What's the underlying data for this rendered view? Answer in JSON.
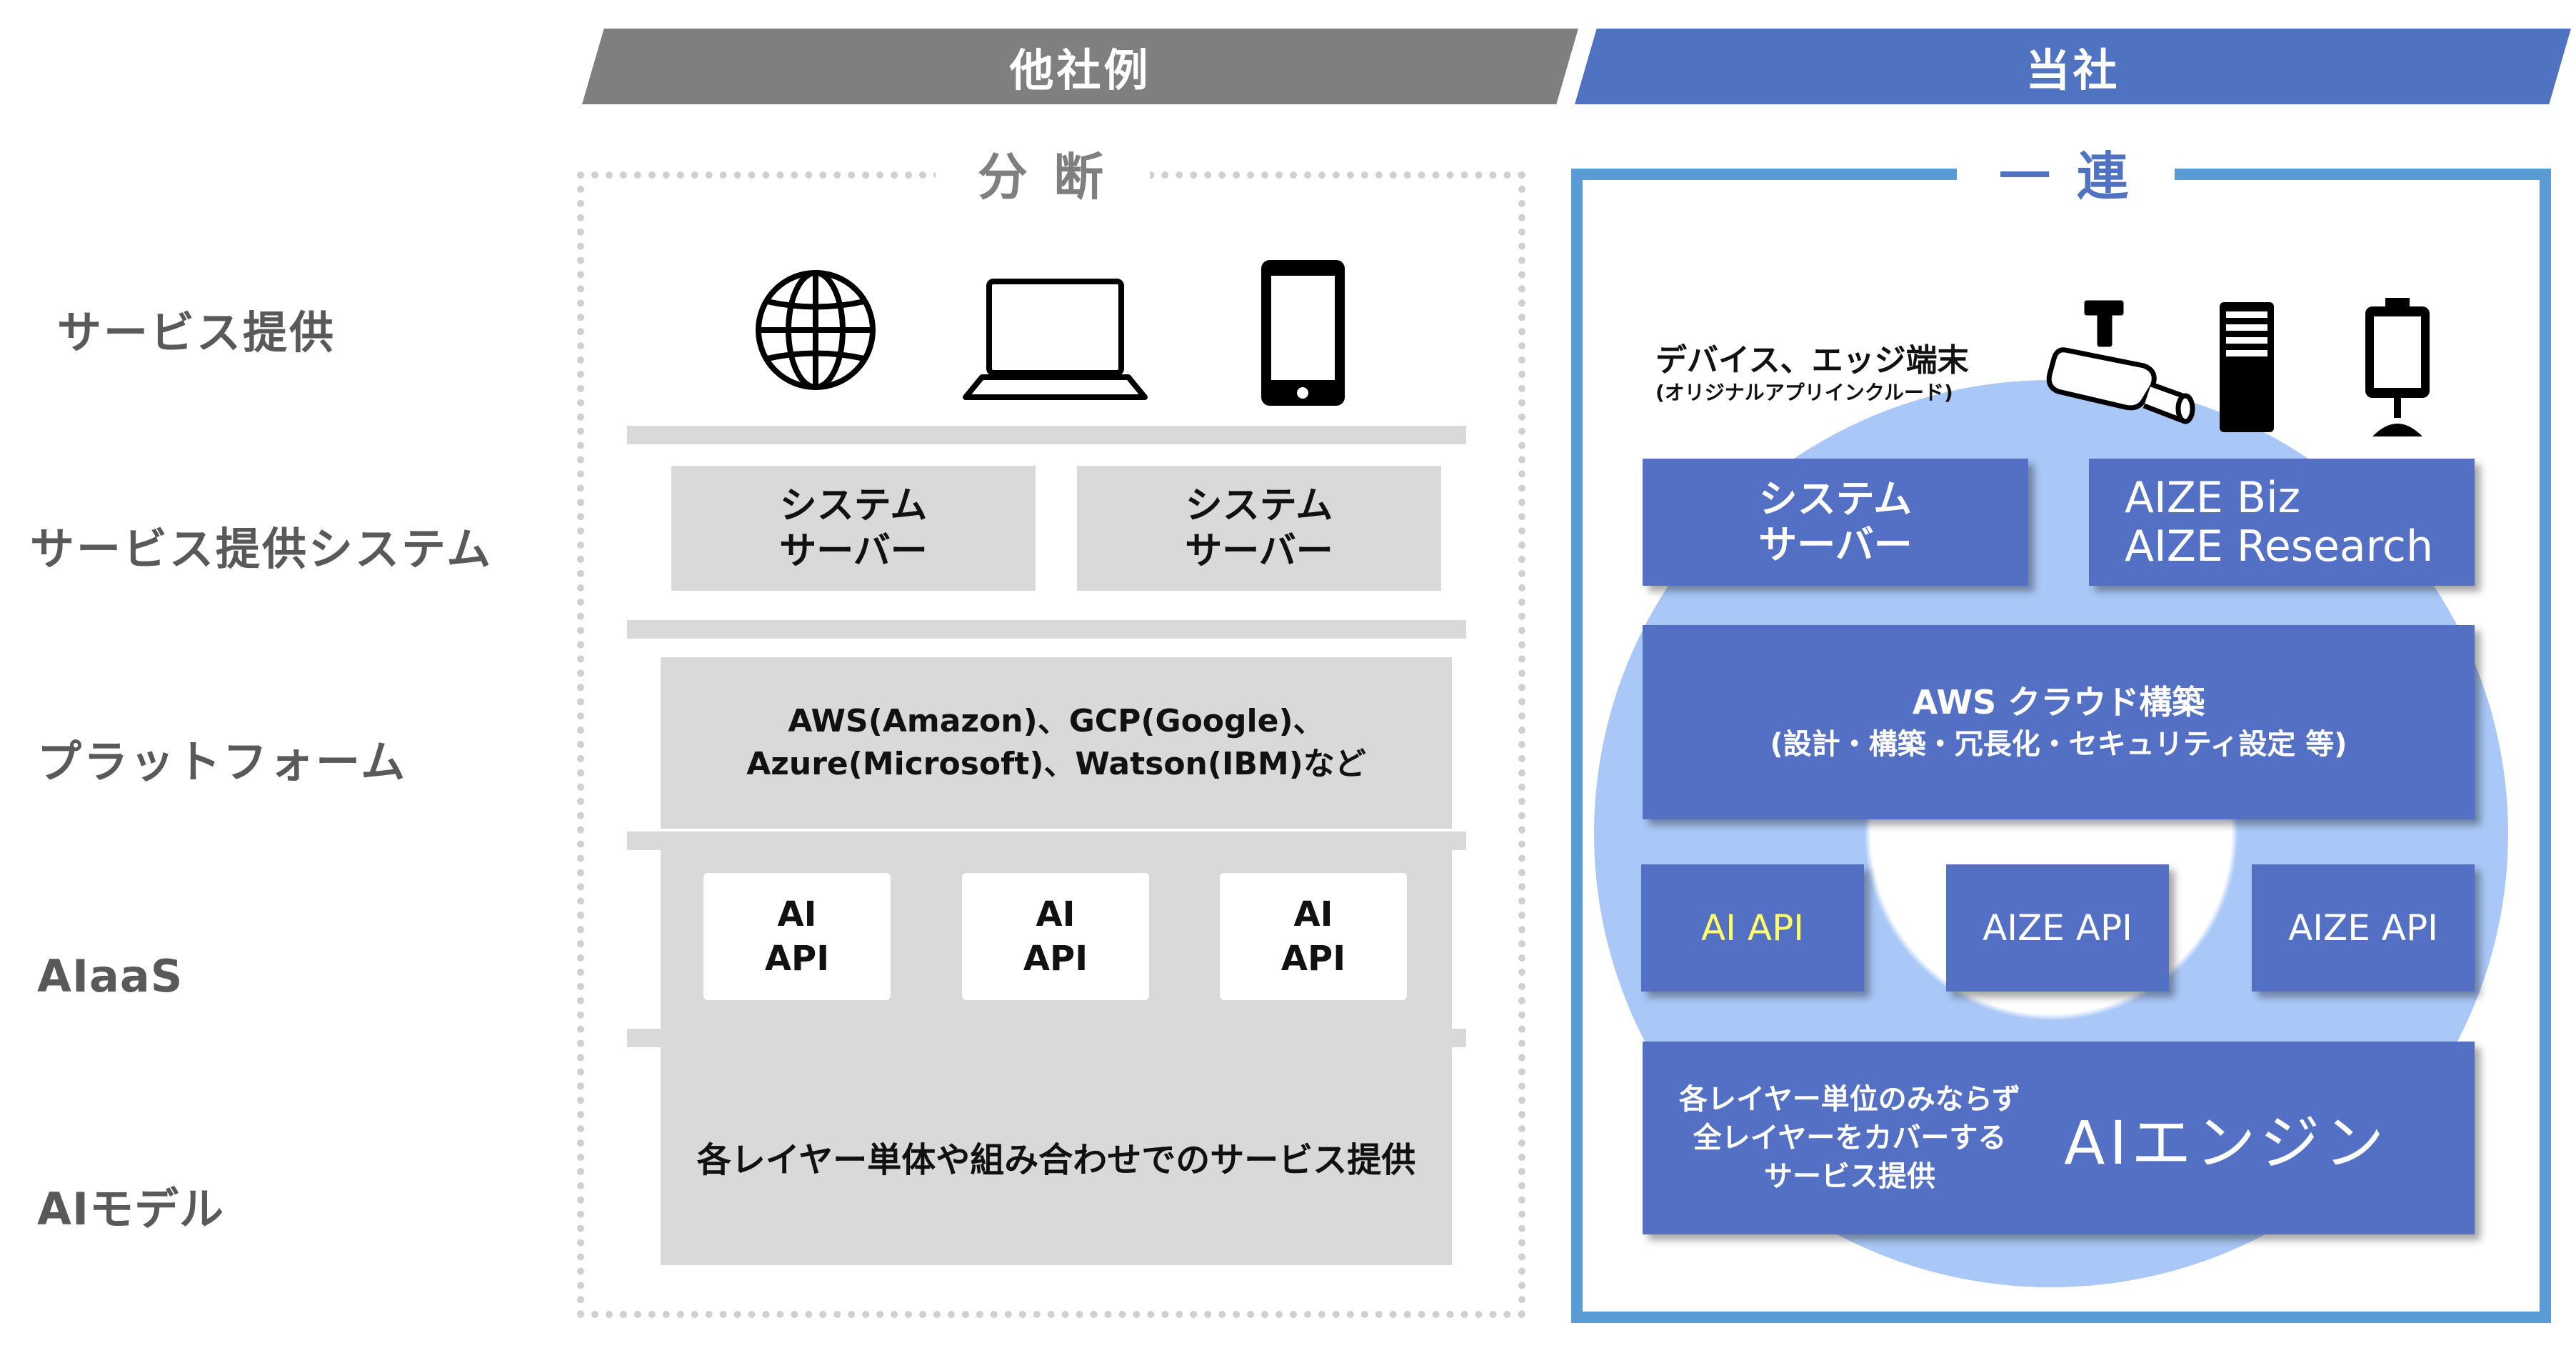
{
  "row_labels": {
    "service": "サービス提供",
    "service_system": "サービス提供システム",
    "platform": "プラットフォーム",
    "aiaas": "AIaaS",
    "ai_model": "AIモデル"
  },
  "competitor": {
    "header": "他社例",
    "frame_label": "分 断",
    "server_1": {
      "line1": "システム",
      "line2": "サーバー"
    },
    "server_2": {
      "line1": "システム",
      "line2": "サーバー"
    },
    "platform_line1": "AWS(Amazon)、GCP(Google)、",
    "platform_line2": "Azure(Microsoft)、Watson(IBM)など",
    "api_boxes": [
      {
        "line1": "AI",
        "line2": "API"
      },
      {
        "line1": "AI",
        "line2": "API"
      },
      {
        "line1": "AI",
        "line2": "API"
      }
    ],
    "bottom_text": "各レイヤー単体や組み合わせでのサービス提供"
  },
  "ours": {
    "header": "当社",
    "frame_label": "一 連",
    "device_title": "デバイス、エッジ端末",
    "device_sub": "(オリジナルアプリインクルード)",
    "server": {
      "line1": "システム",
      "line2": "サーバー"
    },
    "product_line1": "AIZE Biz",
    "product_line2": "AIZE Research",
    "aws_line1": "AWS クラウド構築",
    "aws_line2": "(設計・構築・冗長化・セキュリティ設定 等)",
    "api_1": "AI API",
    "api_2": "AIZE API",
    "api_3": "AIZE API",
    "bottom_line1": "各レイヤー単位のみならず",
    "bottom_line2": "全レイヤーをカバーする",
    "bottom_line3": "サービス提供",
    "engine": "AIエンジン"
  },
  "colors": {
    "competitor_header": "#7f7f7f",
    "ours_header": "#4f72c1",
    "ours_frame": "#5b9bd5",
    "ours_box": "#5470c4",
    "gray_box": "#d9d9d9",
    "ai_api_text": "#ffff66",
    "ring": "#a9c8f7"
  },
  "icons": {
    "competitor": [
      "globe-icon",
      "laptop-icon",
      "smartphone-icon"
    ],
    "ours": [
      "security-camera-icon",
      "server-tower-icon",
      "kiosk-tablet-icon"
    ]
  }
}
